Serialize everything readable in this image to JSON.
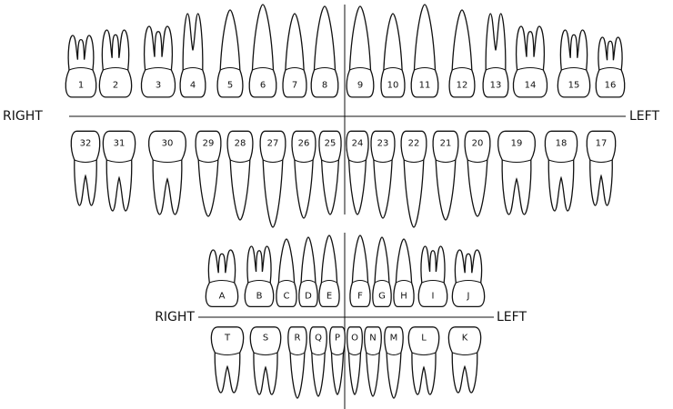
{
  "labels": {
    "permanent": {
      "right": "RIGHT",
      "left": "LEFT"
    },
    "primary": {
      "right": "RIGHT",
      "left": "LEFT"
    }
  },
  "permanent": {
    "upper": [
      "1",
      "2",
      "3",
      "4",
      "5",
      "6",
      "7",
      "8",
      "9",
      "10",
      "11",
      "12",
      "13",
      "14",
      "15",
      "16"
    ],
    "lower": [
      "32",
      "31",
      "30",
      "29",
      "28",
      "27",
      "26",
      "25",
      "24",
      "23",
      "22",
      "21",
      "20",
      "19",
      "18",
      "17"
    ]
  },
  "primary": {
    "upper": [
      "A",
      "B",
      "C",
      "D",
      "E",
      "F",
      "G",
      "H",
      "I",
      "J"
    ],
    "lower": [
      "T",
      "S",
      "R",
      "Q",
      "P",
      "O",
      "N",
      "M",
      "L",
      "K"
    ]
  },
  "colors": {
    "stroke": "#111111",
    "background": "#ffffff"
  }
}
